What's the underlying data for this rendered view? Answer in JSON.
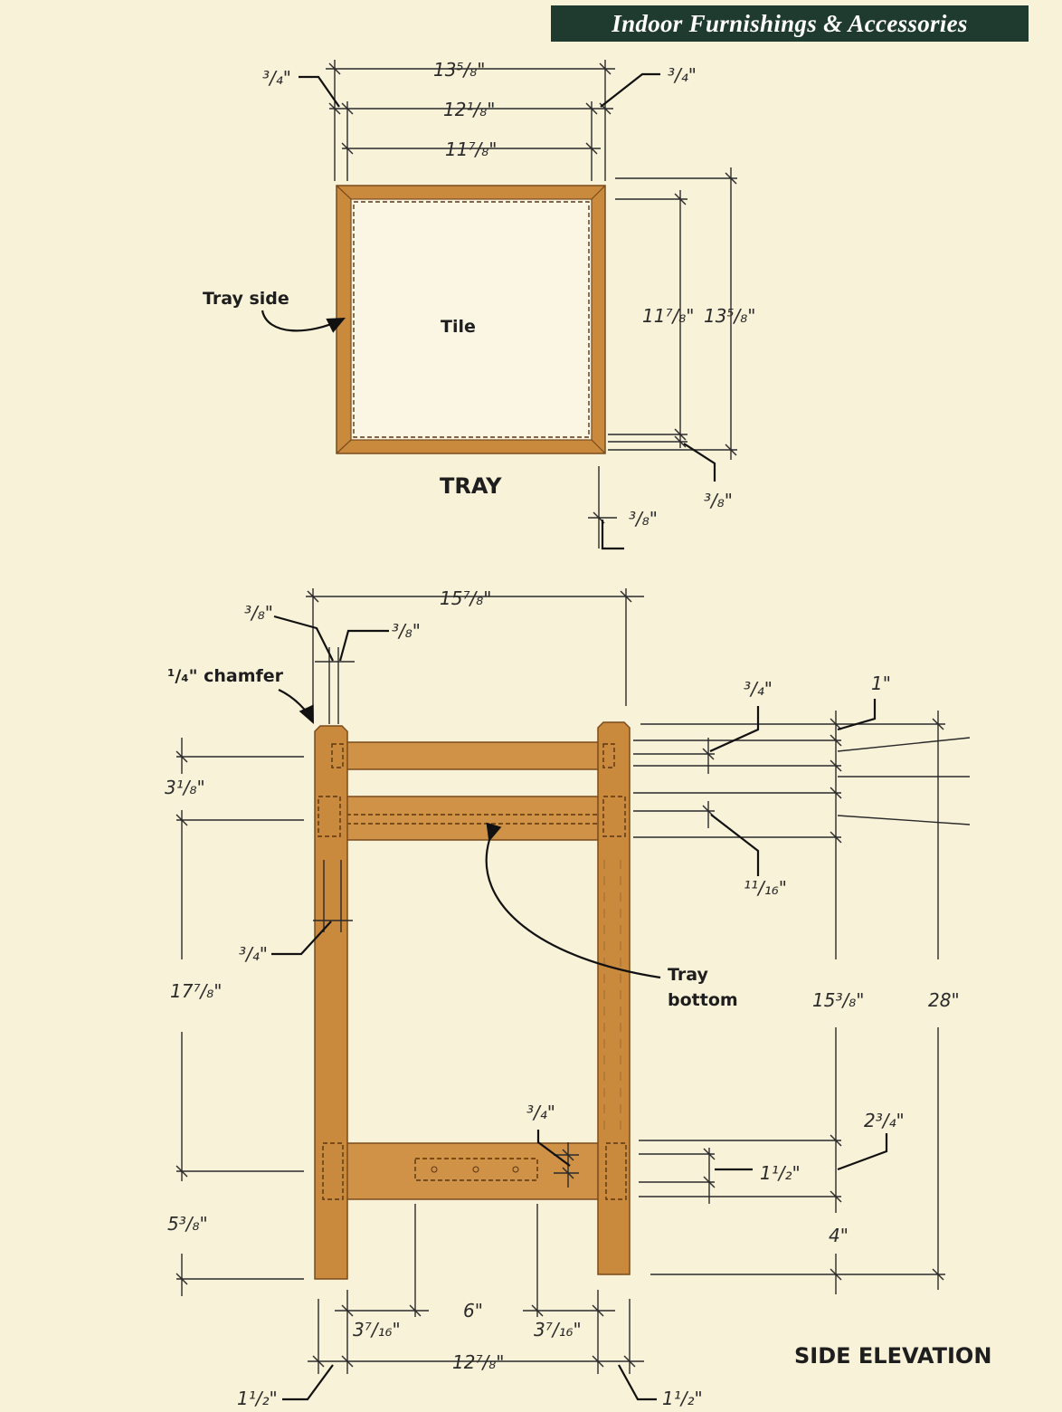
{
  "header": {
    "section_title": "Indoor Furnishings & Accessories"
  },
  "colors": {
    "header_bg": "#1f3b2f",
    "page_bg": "#f8f2d9",
    "wood": "#c98a3e",
    "line": "#2a2a2a"
  },
  "tray": {
    "title": "TRAY",
    "labels": {
      "tray_side": "Tray side",
      "tile": "Tile"
    },
    "dims": {
      "outer_width": "13⁵/₈\"",
      "middle_width": "12¹/₈\"",
      "inner_width": "11⁷/₈\"",
      "left_side": "³/₄\"",
      "right_side": "³/₄\"",
      "inner_depth": "11⁷/₈\"",
      "outer_depth": "13⁵/₈\"",
      "bottom_offset": "³/₈\"",
      "corner_offset": "³/₈\""
    }
  },
  "side_elevation": {
    "title": "SIDE ELEVATION",
    "labels": {
      "chamfer": "¹/₄\" chamfer",
      "tray_bottom_1": "Tray",
      "tray_bottom_2": "bottom"
    },
    "dims": {
      "overall_width": "15⁷/₈\"",
      "chamfer_left": "³/₈\"",
      "chamfer_right": "³/₈\"",
      "top_rail_gap": "³/₄\"",
      "top_right": "1\"",
      "rail_thickness": "¹¹/₁₆\"",
      "top_left_height": "3¹/₈\"",
      "leg_offset": "³/₄\"",
      "middle_height": "17⁷/₈\"",
      "right_middle_height": "15³/₈\"",
      "overall_height": "28\"",
      "stretcher_offset": "³/₄\"",
      "stretcher_top": "2³/₄\"",
      "stretcher_height": "1¹/₂\"",
      "bottom_left_height": "5³/₈\"",
      "bottom_right_height": "4\"",
      "leg_spacing_left": "3⁷/₁₆\"",
      "center_span": "6\"",
      "leg_spacing_right": "3⁷/₁₆\"",
      "inner_width": "12⁷/₈\"",
      "leg_left": "1¹/₂\"",
      "leg_right": "1¹/₂\""
    }
  }
}
